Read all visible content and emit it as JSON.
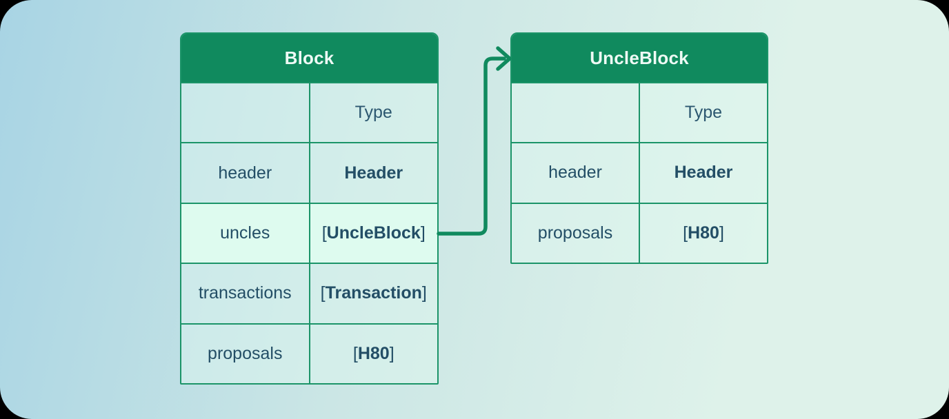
{
  "colors": {
    "band_green": "#108a5e",
    "border_green": "#1b9468",
    "connector_green": "#108a5e",
    "title_text": "#eefaf5",
    "cell_text": "#234e66",
    "highlight_row_bg": "#defbef",
    "bg_start": "#a8d4e4",
    "bg_mid": "#cbe6e5",
    "bg_end": "#def2ea",
    "corner": "#000000"
  },
  "diagram": {
    "tables": [
      {
        "id": "block",
        "title": "Block",
        "type_column_header": "Type",
        "rows": [
          {
            "field": "header",
            "type": "Header",
            "bracketed": false,
            "highlighted": false
          },
          {
            "field": "uncles",
            "type": "UncleBlock",
            "bracketed": true,
            "highlighted": true
          },
          {
            "field": "transactions",
            "type": "Transaction",
            "bracketed": true,
            "highlighted": false
          },
          {
            "field": "proposals",
            "type": "H80",
            "bracketed": true,
            "highlighted": false
          }
        ]
      },
      {
        "id": "uncle-block",
        "title": "UncleBlock",
        "type_column_header": "Type",
        "rows": [
          {
            "field": "header",
            "type": "Header",
            "bracketed": false,
            "highlighted": false
          },
          {
            "field": "proposals",
            "type": "H80",
            "bracketed": true,
            "highlighted": false
          }
        ]
      }
    ],
    "connector": {
      "from_table": "Block",
      "from_row": "uncles",
      "to_table": "UncleBlock",
      "arrow_direction": "right"
    }
  }
}
